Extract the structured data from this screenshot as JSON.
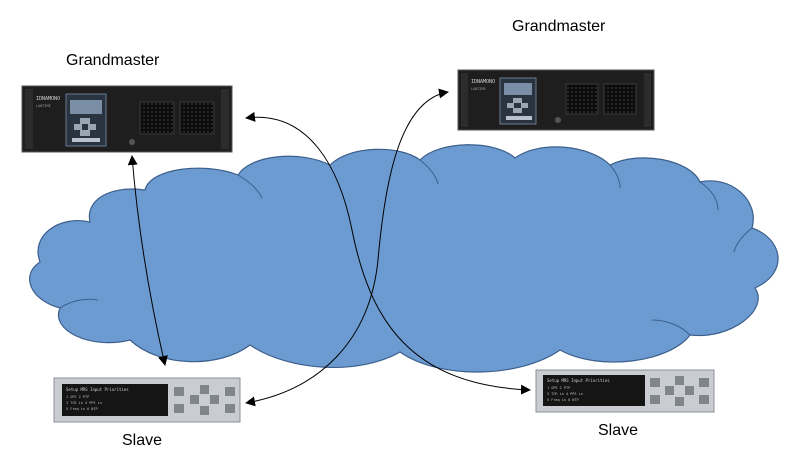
{
  "diagram": {
    "grandmaster_left": {
      "label": "Grandmaster"
    },
    "grandmaster_right": {
      "label": "Grandmaster"
    },
    "slave_left": {
      "label": "Slave"
    },
    "slave_right": {
      "label": "Slave"
    }
  },
  "colors": {
    "cloud_fill": "#6c9bd1",
    "cloud_stroke": "#3c5f8c",
    "chassis": "#1e1e1e",
    "lcd": "#7a8fa6",
    "slave_panel": "#c9cdd1",
    "slave_lcd": "#151515",
    "arrow": "#000000"
  },
  "icons": [
    "fan-grille-icon",
    "lcd-display-icon",
    "keypad-icon",
    "arrow-head-icon"
  ]
}
